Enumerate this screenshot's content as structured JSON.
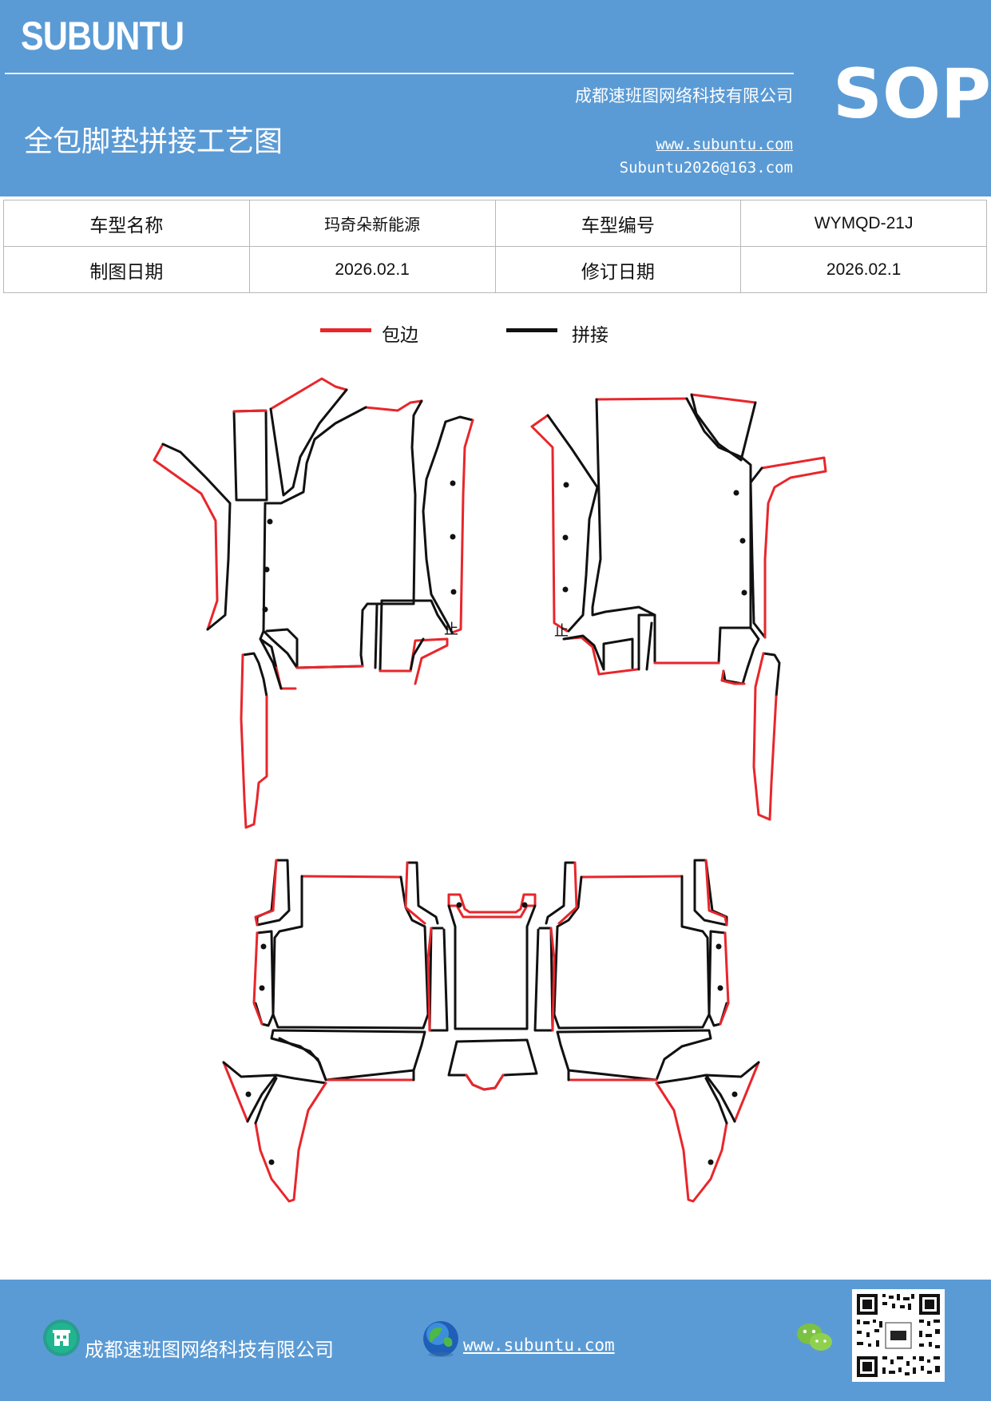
{
  "header": {
    "logo": "SUBUNTU",
    "company": "成都速班图网络科技有限公司",
    "title": "全包脚垫拼接工艺图",
    "website": "www.subuntu.com",
    "email": "Subuntu2026@163.com",
    "badge": "SOP"
  },
  "info": {
    "model_name_label": "车型名称",
    "model_name_value": "玛奇朵新能源",
    "model_code_label": "车型编号",
    "model_code_value": "WYMQD-21J",
    "draw_date_label": "制图日期",
    "draw_date_value": "2026.02.1",
    "revise_date_label": "修订日期",
    "revise_date_value": "2026.02.1"
  },
  "legend": {
    "edge_label": "包边",
    "edge_color": "#e8262b",
    "seam_label": "拼接",
    "seam_color": "#111111"
  },
  "diagram": {
    "marker_label": "止"
  },
  "footer": {
    "company": "成都速班图网络科技有限公司",
    "website": "www.subuntu.com",
    "company_icon": "building-icon",
    "globe_icon": "globe-icon",
    "wechat_icon": "wechat-icon"
  },
  "colors": {
    "header_bg": "#5b9bd5",
    "edge": "#e8262b",
    "seam": "#111111"
  }
}
